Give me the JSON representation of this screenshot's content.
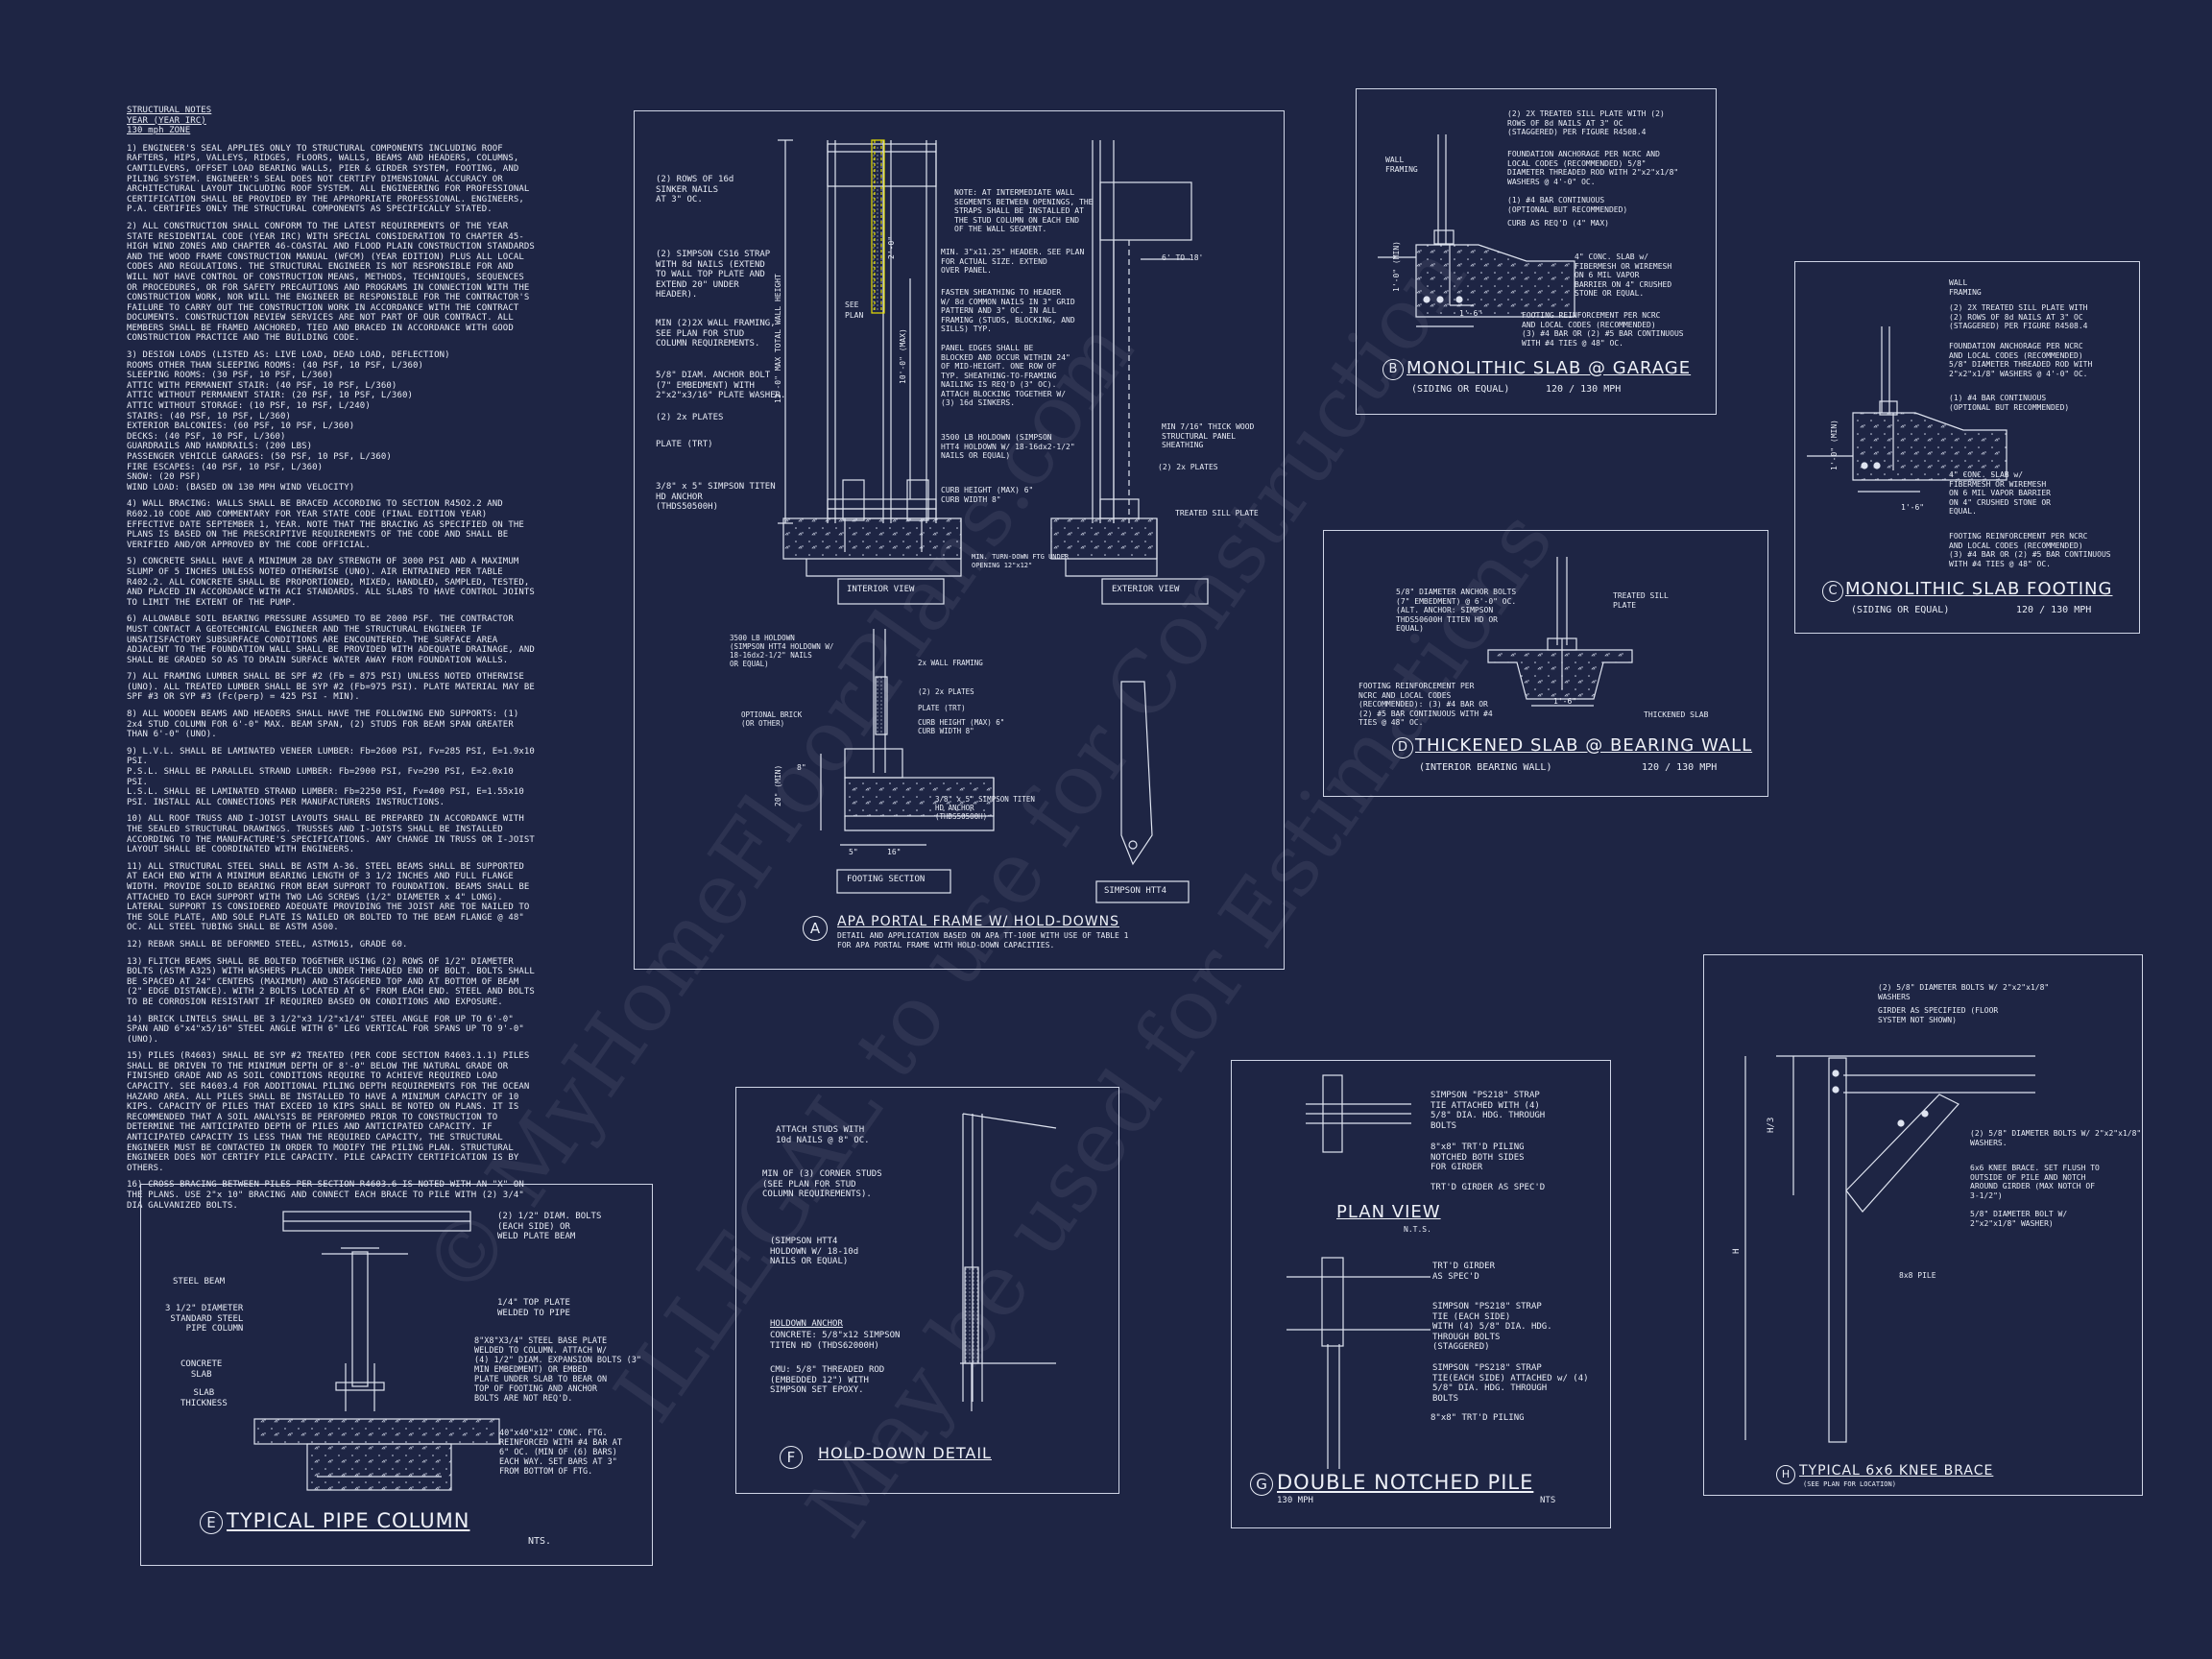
{
  "notes": {
    "heading": [
      "STRUCTURAL NOTES",
      "YEAR (YEAR IRC)",
      "130 mph ZONE"
    ],
    "paragraphs": [
      "1) ENGINEER'S SEAL APPLIES ONLY TO STRUCTURAL COMPONENTS INCLUDING ROOF RAFTERS, HIPS, VALLEYS, RIDGES, FLOORS, WALLS, BEAMS AND HEADERS, COLUMNS, CANTILEVERS, OFFSET LOAD BEARING WALLS, PIER & GIRDER SYSTEM, FOOTING, AND PILING SYSTEM. ENGINEER'S SEAL DOES NOT CERTIFY DIMENSIONAL ACCURACY OR ARCHITECTURAL LAYOUT INCLUDING ROOF SYSTEM. ALL ENGINEERING FOR PROFESSIONAL CERTIFICATION SHALL BE PROVIDED BY THE APPROPRIATE PROFESSIONAL. ENGINEERS, P.A. CERTIFIES ONLY THE STRUCTURAL COMPONENTS AS SPECIFICALLY STATED.",
      "2) ALL CONSTRUCTION SHALL CONFORM TO THE LATEST REQUIREMENTS OF THE YEAR STATE RESIDENTIAL CODE (YEAR IRC) WITH SPECIAL CONSIDERATION TO CHAPTER 45-HIGH WIND ZONES AND CHAPTER 46-COASTAL AND FLOOD PLAIN CONSTRUCTION STANDARDS AND THE WOOD FRAME CONSTRUCTION MANUAL (WFCM) (YEAR EDITION) PLUS ALL LOCAL CODES AND REGULATIONS. THE STRUCTURAL ENGINEER IS NOT RESPONSIBLE FOR AND WILL NOT HAVE CONTROL OF CONSTRUCTION MEANS, METHODS, TECHNIQUES, SEQUENCES OR PROCEDURES, OR FOR SAFETY PRECAUTIONS AND PROGRAMS IN CONNECTION WITH THE CONSTRUCTION WORK, NOR WILL THE ENGINEER BE RESPONSIBLE FOR THE CONTRACTOR'S FAILURE TO CARRY OUT THE CONSTRUCTION WORK IN ACCORDANCE WITH THE CONTRACT DOCUMENTS. CONSTRUCTION REVIEW SERVICES ARE NOT PART OF OUR CONTRACT. ALL MEMBERS SHALL BE FRAMED ANCHORED, TIED AND BRACED IN ACCORDANCE WITH GOOD CONSTRUCTION PRACTICE AND THE BUILDING CODE.",
      "3) DESIGN LOADS (LISTED AS: LIVE LOAD, DEAD LOAD, DEFLECTION)\nROOMS OTHER THAN SLEEPING ROOMS: (40 PSF, 10 PSF, L/360)\nSLEEPING ROOMS: (30 PSF, 10 PSF, L/360)\nATTIC WITH PERMANENT STAIR: (40 PSF, 10 PSF, L/360)\nATTIC WITHOUT PERMANENT STAIR: (20 PSF, 10 PSF, L/360)\nATTIC WITHOUT STORAGE: (10 PSF, 10 PSF, L/240)\nSTAIRS: (40 PSF, 10 PSF, L/360)\nEXTERIOR BALCONIES: (60 PSF, 10 PSF, L/360)\nDECKS: (40 PSF, 10 PSF, L/360)\nGUARDRAILS AND HANDRAILS: (200 LBS)\nPASSENGER VEHICLE GARAGES: (50 PSF, 10 PSF, L/360)\nFIRE ESCAPES: (40 PSF, 10 PSF, L/360)\nSNOW: (20 PSF)\nWIND LOAD: (BASED ON 130 MPH WIND VELOCITY)",
      "4) WALL BRACING: WALLS SHALL BE BRACED ACCORDING TO SECTION R45O2.2 AND R602.10 CODE AND COMMENTARY FOR YEAR STATE CODE (FINAL EDITION YEAR) EFFECTIVE DATE SEPTEMBER 1, YEAR. NOTE THAT THE BRACING AS SPECIFIED ON THE PLANS IS BASED ON THE PRESCRIPTIVE REQUIREMENTS OF THE CODE AND SHALL BE VERIFIED AND/OR APPROVED BY THE CODE OFFICIAL.",
      "5) CONCRETE SHALL HAVE A MINIMUM 28 DAY STRENGTH OF 3000 PSI AND A MAXIMUM SLUMP OF 5 INCHES UNLESS NOTED OTHERWISE (UNO). AIR ENTRAINED PER TABLE R402.2. ALL CONCRETE SHALL BE PROPORTIONED, MIXED, HANDLED, SAMPLED, TESTED, AND PLACED IN ACCORDANCE WITH ACI STANDARDS. ALL SLABS TO HAVE CONTROL JOINTS TO LIMIT THE EXTENT OF THE PUMP.",
      "6) ALLOWABLE SOIL BEARING PRESSURE ASSUMED TO BE 2000 PSF. THE CONTRACTOR MUST CONTACT A GEOTECHNICAL ENGINEER AND THE STRUCTURAL ENGINEER IF UNSATISFACTORY SUBSURFACE CONDITIONS ARE ENCOUNTERED. THE SURFACE AREA ADJACENT TO THE FOUNDATION WALL SHALL BE PROVIDED WITH ADEQUATE DRAINAGE, AND SHALL BE GRADED SO AS TO DRAIN SURFACE WATER AWAY FROM FOUNDATION WALLS.",
      "7) ALL FRAMING LUMBER SHALL BE SPF #2 (Fb = 875 PSI) UNLESS NOTED OTHERWISE (UNO). ALL TREATED LUMBER SHALL BE SYP #2 (Fb=975 PSI). PLATE MATERIAL MAY BE SPF #3 OR SYP #3 (Fc(perp) = 425 PSI - MIN).",
      "8) ALL WOODEN BEAMS AND HEADERS SHALL HAVE THE FOLLOWING END SUPPORTS: (1) 2x4 STUD COLUMN FOR 6'-0\" MAX. BEAM SPAN, (2) STUDS FOR BEAM SPAN GREATER THAN 6'-0\" (UNO).",
      "9) L.V.L. SHALL BE LAMINATED VENEER LUMBER: Fb=2600 PSI, Fv=285 PSI, E=1.9x10 PSI.\nP.S.L. SHALL BE PARALLEL STRAND LUMBER: Fb=2900 PSI, Fv=290 PSI, E=2.0x10 PSI.\nL.S.L. SHALL BE LAMINATED STRAND LUMBER: Fb=2250 PSI, Fv=400 PSI, E=1.55x10 PSI. INSTALL ALL CONNECTIONS PER MANUFACTURERS INSTRUCTIONS.",
      "10) ALL ROOF TRUSS AND I-JOIST LAYOUTS SHALL BE PREPARED IN ACCORDANCE WITH THE SEALED STRUCTURAL DRAWINGS. TRUSSES AND I-JOISTS SHALL BE INSTALLED ACCORDING TO THE MANUFACTURE'S SPECIFICATIONS. ANY CHANGE IN TRUSS OR I-JOIST LAYOUT SHALL BE COORDINATED WITH ENGINEERS.",
      "11) ALL STRUCTURAL STEEL SHALL BE ASTM A-36. STEEL BEAMS SHALL BE SUPPORTED AT EACH END WITH A MINIMUM BEARING LENGTH OF 3 1/2 INCHES AND FULL FLANGE WIDTH. PROVIDE SOLID BEARING FROM BEAM SUPPORT TO FOUNDATION. BEAMS SHALL BE ATTACHED TO EACH SUPPORT WITH TWO LAG SCREWS (1/2\" DIAMETER x 4\" LONG). LATERAL SUPPORT IS CONSIDERED ADEQUATE PROVIDING THE JOIST ARE TOE NAILED TO THE SOLE PLATE, AND SOLE PLATE IS NAILED OR BOLTED TO THE BEAM FLANGE @ 48\" OC. ALL STEEL TUBING SHALL BE ASTM A500.",
      "12) REBAR SHALL BE DEFORMED STEEL, ASTM615, GRADE 60.",
      "13) FLITCH BEAMS SHALL BE BOLTED TOGETHER USING (2) ROWS OF 1/2\" DIAMETER BOLTS (ASTM A325) WITH WASHERS PLACED UNDER THREADED END OF BOLT. BOLTS SHALL BE SPACED AT 24\" CENTERS (MAXIMUM) AND STAGGERED TOP AND AT BOTTOM OF BEAM (2\" EDGE DISTANCE). WITH 2 BOLTS LOCATED AT 6\" FROM EACH END. STEEL AND BOLTS TO BE CORROSION RESISTANT IF REQUIRED BASED ON CONDITIONS AND EXPOSURE.",
      "14) BRICK LINTELS SHALL BE 3 1/2\"x3 1/2\"x1/4\" STEEL ANGLE FOR UP TO 6'-0\" SPAN AND 6\"x4\"x5/16\" STEEL ANGLE WITH 6\" LEG VERTICAL FOR SPANS UP TO 9'-0\" (UNO).",
      "15) PILES (R4603) SHALL BE SYP #2 TREATED (PER CODE SECTION R4603.1.1) PILES SHALL BE DRIVEN TO THE MINIMUM DEPTH OF 8'-0\" BELOW THE NATURAL GRADE OR FINISHED GRADE AND AS SOIL CONDITIONS REQUIRE TO ACHIEVE REQUIRED LOAD CAPACITY. SEE R4603.4 FOR ADDITIONAL PILING DEPTH REQUIREMENTS FOR THE OCEAN HAZARD AREA. ALL PILES SHALL BE INSTALLED TO HAVE A MINIMUM CAPACITY OF 10 KIPS. CAPACITY OF PILES THAT EXCEED 10 KIPS SHALL BE NOTED ON PLANS. IT IS RECOMMENDED THAT A SOIL ANALYSIS BE PERFORMED PRIOR TO CONSTRUCTION TO DETERMINE THE ANTICIPATED DEPTH OF PILES AND ANTICIPATED CAPACITY. IF ANTICIPATED CAPACITY IS LESS THAN THE REQUIRED CAPACITY, THE STRUCTURAL ENGINEER MUST BE CONTACTED IN ORDER TO MODIFY THE PILING PLAN. STRUCTURAL ENGINEER DOES NOT CERTIFY PILE CAPACITY. PILE CAPACITY CERTIFICATION IS BY OTHERS.",
      "16) CROSS BRACING BETWEEN PILES PER SECTION R4603.6 IS NOTED WITH AN \"X\" ON THE PLANS. USE 2\"x 10\" BRACING AND CONNECT EACH BRACE TO PILE WITH (2) 3/4\" DIA GALVANIZED BOLTS."
    ]
  },
  "detail_a": {
    "letter": "A",
    "title": "APA PORTAL FRAME W/ HOLD-DOWNS",
    "subtitle": "DETAIL AND APPLICATION BASED ON APA TT-100E WITH USE OF TABLE 1\nFOR APA PORTAL FRAME WITH HOLD-DOWN CAPACITIES.",
    "interior_view": "INTERIOR VIEW",
    "exterior_view": "EXTERIOR VIEW",
    "footing_section": "FOOTING SECTION",
    "simpson_htt4": "SIMPSON HTT4",
    "notes": {
      "sinker_nails": "(2) ROWS OF 16d\nSINKER NAILS\nAT 3\" OC.",
      "strap": "(2) SIMPSON CS16 STRAP\nWITH 8d NAILS (EXTEND\nTO WALL TOP PLATE AND\nEXTEND 20\" UNDER\nHEADER).",
      "framing": "MIN (2)2X WALL FRAMING,\nSEE PLAN FOR STUD\nCOLUMN REQUIREMENTS.",
      "anchor": "5/8\" DIAM. ANCHOR BOLT\n(7\" EMBEDMENT) WITH\n2\"x2\"x3/16\" PLATE WASHER.",
      "plates": "(2) 2x PLATES",
      "plate_trt": "PLATE (TRT)",
      "titen": "3/8\" x 5\" SIMPSON TITEN\nHD ANCHOR\n(THDS50500H)",
      "intermediate": "NOTE: AT INTERMEDIATE WALL\nSEGMENTS BETWEEN OPENINGS, THE\nSTRAPS SHALL BE INSTALLED AT\nTHE STUD COLUMN ON EACH END\nOF THE WALL SEGMENT.",
      "header": "MIN. 3\"x11.25\" HEADER. SEE PLAN\nFOR ACTUAL SIZE. EXTEND\nOVER PANEL.",
      "fasten": "FASTEN SHEATHING TO HEADER\nW/ 8d COMMON NAILS IN 3\" GRID\nPATTERN AND 3\" OC. IN ALL\nFRAMING (STUDS, BLOCKING, AND\nSILLS) TYP.",
      "panel_edges": "PANEL EDGES SHALL BE\nBLOCKED AND OCCUR WITHIN 24\"\nOF MID-HEIGHT. ONE ROW OF\nTYP. SHEATHING-TO-FRAMING\nNAILING IS REQ'D (3\" OC).\nATTACH BLOCKING TOGETHER W/\n(3) 16d SINKERS.",
      "holdown": "3500 LB HOLDOWN (SIMPSON\nHTT4 HOLDOWN W/ 18-16dx2-1/2\"\nNAILS OR EQUAL)",
      "curb": "CURB HEIGHT (MAX) 6\"\nCURB WIDTH 8\"",
      "turndown": "MIN. TURN-DOWN FTG UNDER\nOPENING 12\"x12\"",
      "sheathing": "MIN 7/16\" THICK WOOD\nSTRUCTURAL PANEL\nSHEATHING",
      "plates_ext": "(2) 2x PLATES",
      "treated_sill": "TREATED SILL PLATE",
      "dim_6_18": "6' TO 18'",
      "max_total": "12'-0\" MAX TOTAL WALL HEIGHT",
      "max_10": "10'-0\" (MAX)",
      "dim_2": "2'-0\"",
      "see_plan": "SEE\nPLAN",
      "fs_holdown": "3500 LB HOLDOWN\n(SIMPSON HTT4 HOLDOWN W/\n18-16dx2-1/2\" NAILS\nOR EQUAL)",
      "fs_framing": "2x WALL FRAMING",
      "fs_plates": "(2) 2x PLATES",
      "fs_plate_trt": "PLATE (TRT)",
      "fs_curb": "CURB HEIGHT (MAX) 6\"\nCURB WIDTH 8\"",
      "fs_brick": "OPTIONAL BRICK\n(OR OTHER)",
      "fs_titen": "3/8\" x 5\" SIMPSON TITEN\nHD ANCHOR\n(THDS50500H)",
      "fs_dim_8": "8\"",
      "fs_dim_20": "20\" (MIN)",
      "fs_dim_5": "5\"",
      "fs_dim_16": "16\""
    }
  },
  "detail_b": {
    "letter": "B",
    "title": "MONOLITHIC SLAB @ GARAGE",
    "subtitle": "(SIDING OR EQUAL)",
    "speed": "120 / 130 MPH",
    "notes": {
      "sill": "(2) 2X TREATED SILL PLATE WITH (2)\nROWS OF 8d NAILS AT 3\" OC\n(STAGGERED) PER FIGURE R4508.4",
      "wall": "WALL\nFRAMING",
      "anchorage": "FOUNDATION ANCHORAGE PER NCRC AND\nLOCAL CODES (RECOMMENDED) 5/8\"\nDIAMETER THREADED ROD WITH 2\"x2\"x1/8\"\nWASHERS @ 4'-0\" OC.",
      "bar": "(1) #4 BAR CONTINUOUS\n(OPTIONAL BUT RECOMMENDED)",
      "curb": "CURB AS REQ'D (4\" MAX)",
      "slab": "4\" CONC. SLAB w/\nFIBERMESH OR WIREMESH\nON 6 MIL VAPOR\nBARRIER ON 4\" CRUSHED\nSTONE OR EQUAL.",
      "reinf": "FOOTING REINFORCEMENT PER NCRC\nAND LOCAL CODES (RECOMMENDED)\n(3) #4 BAR OR (2) #5 BAR CONTINUOUS\nWITH #4 TIES @ 48\" OC.",
      "dim_w": "1'-6\"",
      "dim_h": "1'-0\" (MIN)"
    }
  },
  "detail_c": {
    "letter": "C",
    "title": "MONOLITHIC SLAB FOOTING",
    "subtitle": "(SIDING OR EQUAL)",
    "speed": "120 / 130 MPH",
    "notes": {
      "wall": "WALL\nFRAMING",
      "sill": "(2) 2X TREATED SILL PLATE WITH\n(2) ROWS OF 8d NAILS AT 3\" OC\n(STAGGERED) PER FIGURE R4508.4",
      "anchorage": "FOUNDATION ANCHORAGE PER NCRC\nAND LOCAL CODES (RECOMMENDED)\n5/8\" DIAMETER THREADED ROD WITH\n2\"x2\"x1/8\" WASHERS @ 4'-0\" OC.",
      "bar": "(1) #4 BAR CONTINUOUS\n(OPTIONAL BUT RECOMMENDED)",
      "slab": "4\" CONC. SLAB w/\nFIBERMESH OR WIREMESH\nON 6 MIL VAPOR BARRIER\nON 4\" CRUSHED STONE OR\nEQUAL.",
      "reinf": "FOOTING REINFORCEMENT PER NCRC\nAND LOCAL CODES (RECOMMENDED)\n(3) #4 BAR OR (2) #5 BAR CONTINUOUS\nWITH #4 TIES @ 48\" OC.",
      "dim_w": "1'-6\"",
      "dim_h": "1'-0\" (MIN)"
    }
  },
  "detail_d": {
    "letter": "D",
    "title": "THICKENED SLAB @ BEARING WALL",
    "subtitle": "(INTERIOR BEARING WALL)",
    "speed": "120 / 130 MPH",
    "notes": {
      "anchor": "5/8\" DIAMETER ANCHOR BOLTS\n(7\" EMBEDMENT) @ 6'-0\" OC.\n(ALT. ANCHOR: SIMPSON\nTHDS50600H TITEN HD OR\nEQUAL)",
      "sill": "TREATED SILL\nPLATE",
      "reinf": "FOOTING REINFORCEMENT PER\nNCRC AND LOCAL CODES\n(RECOMMENDED): (3) #4 BAR OR\n(2) #5 BAR CONTINUOUS WITH #4\nTIES @ 48\" OC.",
      "thick": "THICKENED SLAB",
      "dim_w": "1'-6\""
    }
  },
  "detail_e": {
    "letter": "E",
    "title": "TYPICAL PIPE COLUMN",
    "nts": "NTS.",
    "notes": {
      "bolts": "(2) 1/2\" DIAM. BOLTS\n(EACH SIDE) OR\nWELD PLATE BEAM",
      "beam": "STEEL BEAM",
      "pipe": "3 1/2\" DIAMETER\nSTANDARD STEEL\nPIPE COLUMN",
      "top": "1/4\" TOP PLATE\nWELDED TO PIPE",
      "base": "8\"X8\"X3/4\" STEEL BASE PLATE\nWELDED TO COLUMN. ATTACH W/\n(4) 1/2\" DIAM. EXPANSION BOLTS (3\"\nMIN EMBEDMENT) OR EMBED\nPLATE UNDER SLAB TO BEAR ON\nTOP OF FOOTING AND ANCHOR\nBOLTS ARE NOT REQ'D.",
      "slab": "CONCRETE\nSLAB",
      "thick": "SLAB\nTHICKNESS",
      "ftg": "40\"x40\"x12\" CONC. FTG.\nREINFORCED WITH #4 BAR AT\n6\" OC. (MIN OF (6) BARS)\nEACH WAY. SET BARS AT 3\"\nFROM BOTTOM OF FTG."
    }
  },
  "detail_f": {
    "letter": "F",
    "title": "HOLD-DOWN DETAIL",
    "notes": {
      "attach": "ATTACH STUDS WITH\n10d NAILS @ 8\" OC.",
      "corner": "MIN OF (3) CORNER STUDS\n(SEE PLAN FOR STUD\nCOLUMN REQUIREMENTS).",
      "htt4": "(SIMPSON HTT4\nHOLDOWN W/ 18-10d\nNAILS OR EQUAL)",
      "anchor_hd": "HOLDOWN ANCHOR",
      "concrete": "CONCRETE: 5/8\"x12 SIMPSON\nTITEN HD (THDS62000H)",
      "cmu": "CMU: 5/8\" THREADED ROD\n(EMBEDDED 12\") WITH\nSIMPSON SET EPOXY."
    }
  },
  "detail_g": {
    "letter": "G",
    "title": "DOUBLE NOTCHED PILE",
    "plan_view": "PLAN VIEW",
    "nts": "N.T.S.",
    "speed": "130 MPH",
    "nts2": "NTS",
    "notes": {
      "strap1": "SIMPSON \"PS218\" STRAP\nTIE ATTACHED WITH (4)\n5/8\" DIA. HDG. THROUGH\nBOLTS",
      "pile1": "8\"x8\" TRT'D PILING\nNOTCHED BOTH SIDES\nFOR GIRDER",
      "girder1": "TRT'D GIRDER AS SPEC'D",
      "girder2": "TRT'D GIRDER\nAS SPEC'D",
      "strap2": "SIMPSON \"PS218\" STRAP\nTIE (EACH SIDE)\nWITH (4) 5/8\" DIA. HDG.\nTHROUGH BOLTS\n(STAGGERED)",
      "strap3": "SIMPSON \"PS218\" STRAP\nTIE(EACH SIDE) ATTACHED w/ (4)\n5/8\" DIA. HDG. THROUGH\nBOLTS",
      "pile2": "8\"x8\" TRT'D PILING"
    }
  },
  "detail_h": {
    "letter": "H",
    "title": "TYPICAL 6x6 KNEE BRACE",
    "subtitle": "(SEE PLAN FOR LOCATION)",
    "notes": {
      "bolts1": "(2) 5/8\" DIAMETER BOLTS W/ 2\"x2\"x1/8\"\nWASHERS",
      "girder": "GIRDER AS SPECIFIED (FLOOR\nSYSTEM NOT SHOWN)",
      "bolts2": "(2) 5/8\" DIAMETER BOLTS W/ 2\"x2\"x1/8\"\nWASHERS.",
      "brace": "6x6 KNEE BRACE. SET FLUSH TO\nOUTSIDE OF PILE AND NOTCH\nAROUND GIRDER (MAX NOTCH OF\n3-1/2\")",
      "bolt3": "5/8\" DIAMETER BOLT W/\n2\"x2\"x1/8\" WASHER)",
      "pile": "8x8 PILE",
      "h3": "H/3",
      "h": "H"
    }
  },
  "watermark": [
    "© MyHomeFloorPlans.com",
    "ILLEGAL to use for Construction",
    "May be used for Estimations"
  ],
  "colors": {
    "background": "#1e2544",
    "lines": "#dfe4f0",
    "highlight": "#e8e000"
  }
}
